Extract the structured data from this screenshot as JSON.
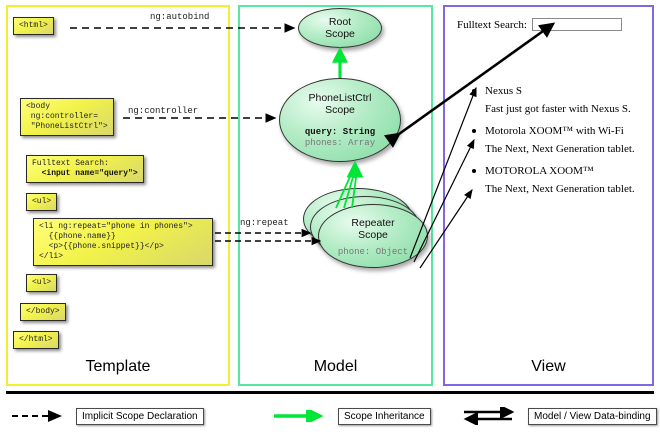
{
  "panels": {
    "template": {
      "title": "Template",
      "border_color": "#f2ef32",
      "boxes": {
        "html_open": "<html>",
        "body_open": "<body\n ng:controller=\n \"PhoneListCtrl\">",
        "search_line1": "Fulltext Search:",
        "search_line2": "  <input name=\"query\">",
        "ul_open": "<ul>",
        "li_block": "<li ng:repeat=\"phone in phones\">\n  {{phone.name}}\n  <p>{{phone.snippet}}</p>\n</li>",
        "ul_close": "<ul>",
        "body_close": "</body>",
        "html_close": "</html>"
      }
    },
    "model": {
      "title": "Model",
      "border_color": "#55e8a0",
      "scopes": [
        {
          "name": "Root\nScope",
          "line1": "Root",
          "line2": "Scope",
          "props": []
        },
        {
          "name": "PhoneListCtrl Scope",
          "line1": "PhoneListCtrl",
          "line2": "Scope",
          "props": [
            {
              "text": "query: String",
              "emphasis": "strong"
            },
            {
              "text": "phones: Array",
              "emphasis": "dim"
            }
          ]
        },
        {
          "name": "Repeater Scope",
          "line1": "Repeater",
          "line2": "Scope",
          "props": [
            {
              "text": "phone: Object",
              "emphasis": "dim"
            }
          ]
        }
      ]
    },
    "view": {
      "title": "View",
      "border_color": "#8066e8",
      "search_label": "Fulltext Search:",
      "search_value": "",
      "phones": [
        {
          "name": "Nexus S",
          "snippet": "Fast just got faster with Nexus S."
        },
        {
          "name": "Motorola XOOM™  with Wi-Fi",
          "snippet": "The Next, Next Generation tablet."
        },
        {
          "name": "MOTOROLA XOOM™",
          "snippet": "The Next, Next Generation tablet."
        }
      ]
    }
  },
  "edges": {
    "autobind": "ng:autobind",
    "controller": "ng:controller",
    "repeat": "ng:repeat"
  },
  "legend": [
    {
      "label": "Implicit Scope Declaration",
      "glyph": "dashed-arrow-icon",
      "color": "#000000"
    },
    {
      "label": "Scope Inheritance",
      "glyph": "green-arrow-icon",
      "color": "#00e636"
    },
    {
      "label": "Model / View Data-binding",
      "glyph": "double-arrow-icon",
      "color": "#000000"
    }
  ]
}
